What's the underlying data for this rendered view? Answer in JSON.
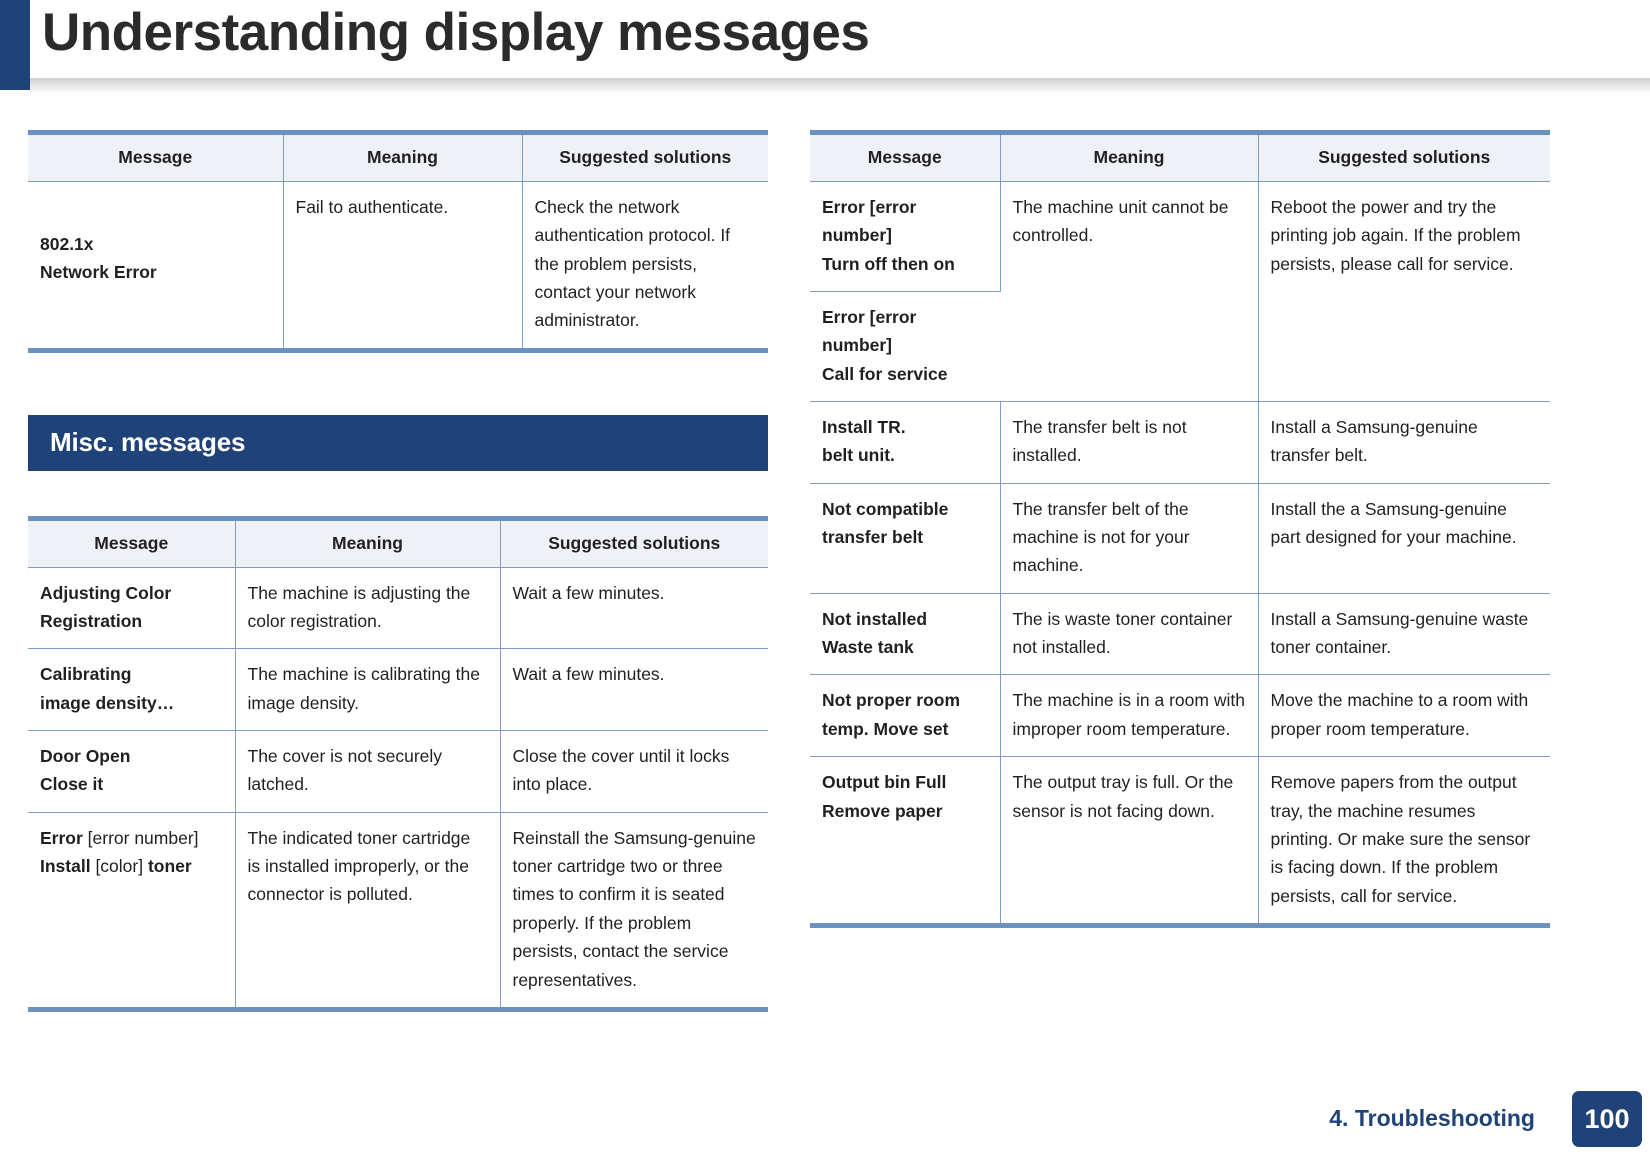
{
  "page": {
    "title": "Understanding display messages",
    "accent_navy": "#1f4279",
    "rule_blue": "#6b92be",
    "header_fill": "#eef2f7"
  },
  "footer": {
    "section_label": "4. Troubleshooting",
    "page_number": "100"
  },
  "columns": {
    "left": {
      "table_network": {
        "headers": [
          "Message",
          "Meaning",
          "Suggested solutions"
        ],
        "rows": [
          {
            "message_bold": "802.1x\nNetwork Error",
            "meaning": "Fail to authenticate.",
            "solution": "Check the network authentication protocol. If the problem persists, contact your network administrator."
          }
        ]
      },
      "section": {
        "banner": "Misc. messages"
      },
      "table_misc": {
        "headers": [
          "Message",
          "Meaning",
          "Suggested solutions"
        ],
        "rows": [
          {
            "message_bold": "Adjusting Color\nRegistration",
            "message_regular": "",
            "meaning": "The machine is adjusting the color registration.",
            "solution": "Wait a few minutes."
          },
          {
            "message_bold": "Calibrating\nimage density…",
            "message_regular": "",
            "meaning": "The machine is calibrating the image density.",
            "solution": "Wait a few minutes."
          },
          {
            "message_bold": "Door Open\nClose it",
            "message_regular": "",
            "meaning": "The cover is not securely latched.",
            "solution": "Close the cover until it locks into place."
          },
          {
            "message_parts": [
              {
                "text": "Error ",
                "bold": true
              },
              {
                "text": "[error number]",
                "bold": false
              },
              {
                "text": "\n",
                "bold": false
              },
              {
                "text": "Install ",
                "bold": true
              },
              {
                "text": "[color] ",
                "bold": false
              },
              {
                "text": "toner",
                "bold": true
              }
            ],
            "meaning": "The indicated toner cartridge is installed improperly, or the connector is polluted.",
            "solution": "Reinstall the Samsung-genuine toner cartridge two or three times to confirm it is seated properly. If the problem persists, contact the service representatives."
          }
        ]
      }
    },
    "right": {
      "table_misc_continued": {
        "headers": [
          "Message",
          "Meaning",
          "Suggested solutions"
        ],
        "rows": [
          {
            "message_bold": "Error  [error number]\nTurn off then on",
            "meaning": "The machine unit cannot be controlled.",
            "solution": "Reboot the power and try the printing job again. If the problem persists, please call for service.",
            "merged_with_next": true
          },
          {
            "message_bold": "Error  [error number]\nCall for service",
            "meaning": "",
            "solution": "",
            "continues_previous": true
          },
          {
            "message_bold": "Install TR.\nbelt unit.",
            "meaning": "The transfer belt is not installed.",
            "solution": "Install a Samsung-genuine transfer belt."
          },
          {
            "message_bold": "Not compatible\ntransfer belt",
            "meaning": "The transfer belt of the machine is not for your machine.",
            "solution": "Install the a Samsung-genuine part designed for your machine."
          },
          {
            "message_bold": "Not installed\nWaste tank",
            "meaning": "The is waste toner container not installed.",
            "solution": "Install a Samsung-genuine waste toner container."
          },
          {
            "message_bold": "Not proper room\ntemp. Move set",
            "meaning": "The machine is in a room with improper room temperature.",
            "solution": "Move the machine to a room with proper room temperature."
          },
          {
            "message_bold": "Output bin Full\nRemove paper",
            "meaning": "The output tray is full. Or the sensor is not facing down.",
            "solution": "Remove papers from the output tray, the machine resumes printing. Or make sure the sensor is facing down. If the problem persists, call for service."
          }
        ]
      }
    }
  }
}
